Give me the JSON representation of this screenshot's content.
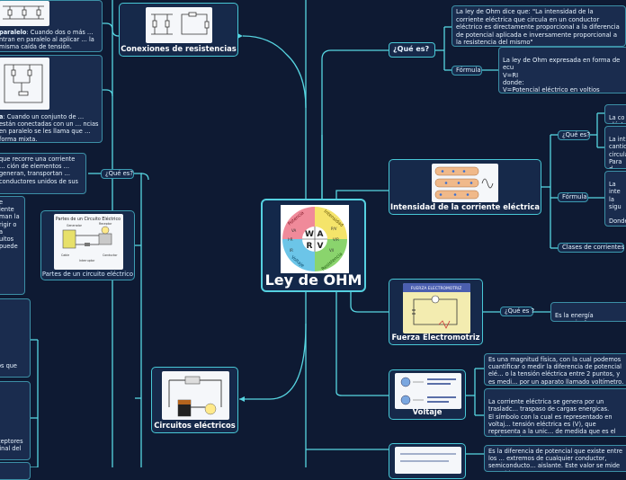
{
  "central": {
    "title": "Ley de OHM",
    "wheel_labels": {
      "power": "Potencia",
      "current": "Intensidad",
      "resistance": "Resistencia",
      "voltage": "Voltaje",
      "w": "W",
      "v": "V",
      "a": "A",
      "r": "R"
    }
  },
  "top_left": {
    "title": "Conexiones de resistencias",
    "parallel_label": "paralelo",
    "parallel_text": ": Cuando dos o más … ntran en paralelo al aplicar … la misma caída de tensión.",
    "mixed_label": "a",
    "mixed_text": ": Cuando un conjunto de … están conectadas con un … ncias en paralelo se les llama que … forma mixta."
  },
  "left_question": {
    "label": "¿Qué es?",
    "text": "que recorre una corriente … ción de elementos … generan, transportan … conductores unidos de sus"
  },
  "left_list": {
    "lines": [
      "e",
      "",
      "iente",
      "",
      "man la",
      "",
      "rigir o",
      "a",
      "",
      "uitos",
      " puede"
    ]
  },
  "parts": {
    "caption": "Partes de un circuito eléctrico",
    "image_title": "Partes de un Circuito Eléctrico",
    "labels": [
      "Generador",
      "Receptor",
      "Cable",
      "Interruptor",
      "Conductor"
    ]
  },
  "left_bottom": {
    "line_a": "os que",
    "line_b": "ceptores",
    "line_c": " final del"
  },
  "circuitos": {
    "title": "Circuitos eléctricos"
  },
  "que_es": {
    "label": "¿Qué es?",
    "definition": "La ley de Ohm dice que: \"La intensidad de la corriente eléctrica que circula en un conductor eléctrico es directamente proporcional a la diferencia de potencial aplicada e inversamente proporcional a la resistencia del mismo\"",
    "formula_label": "Fórmula",
    "formula_text": "La ley de Ohm expresada en forma de ecu\nV=RI\ndonde:\n V=Potencial eléctrico en voltios\nI=corriente en amperios\nR= Es la resistencia en ohms."
  },
  "intensidad": {
    "title": "Intensidad de la corriente eléctrica",
    "que_es": "¿Qué es?",
    "box1": "La co\neléctr",
    "box2": "La int\ncantid\ncircula\nPara d\nsu un",
    "formula": "Fórmula",
    "box3": "La inte\nla sigu\n\nDonde\nI=Inte\nQ= Ca\nt= Tie",
    "clases": "Clases de corrientes"
  },
  "fuerza": {
    "title": "Fuerza Electromotriz",
    "image_title": "FUERZA ELECTROMOTRIZ",
    "que_es": "¿Qué es ?",
    "text": "Es la energía proveniente\nmedio o dispositivo que"
  },
  "voltaje": {
    "title": "Voltaje",
    "box1": "Es una magnitud física, con la cual podemos cuantificar o medir la diferencia de potencial elé… o la tensión eléctrica entre 2 puntos, y es medi… por un aparato llamado voltímetro.",
    "box2": "La corriente eléctrica se genera por un trasladc… traspaso de cargas energicas.\nEl símbolo con la cual es representado en voltaj… tensión eléctrica es (V), que representa a la unic… de medida que es el voltio o volt.\nEl voltio tiene la capacidad de ser fragmentado."
  },
  "bottom": {
    "text": "Es la diferencia de potencial que existe entre los … extremos de cualquier conductor, semiconducto… aislante. Este valor se mide en voltios y represe…"
  },
  "colors": {
    "background": "#0e1a33",
    "line": "#57d6e2",
    "node": "#16294a"
  }
}
